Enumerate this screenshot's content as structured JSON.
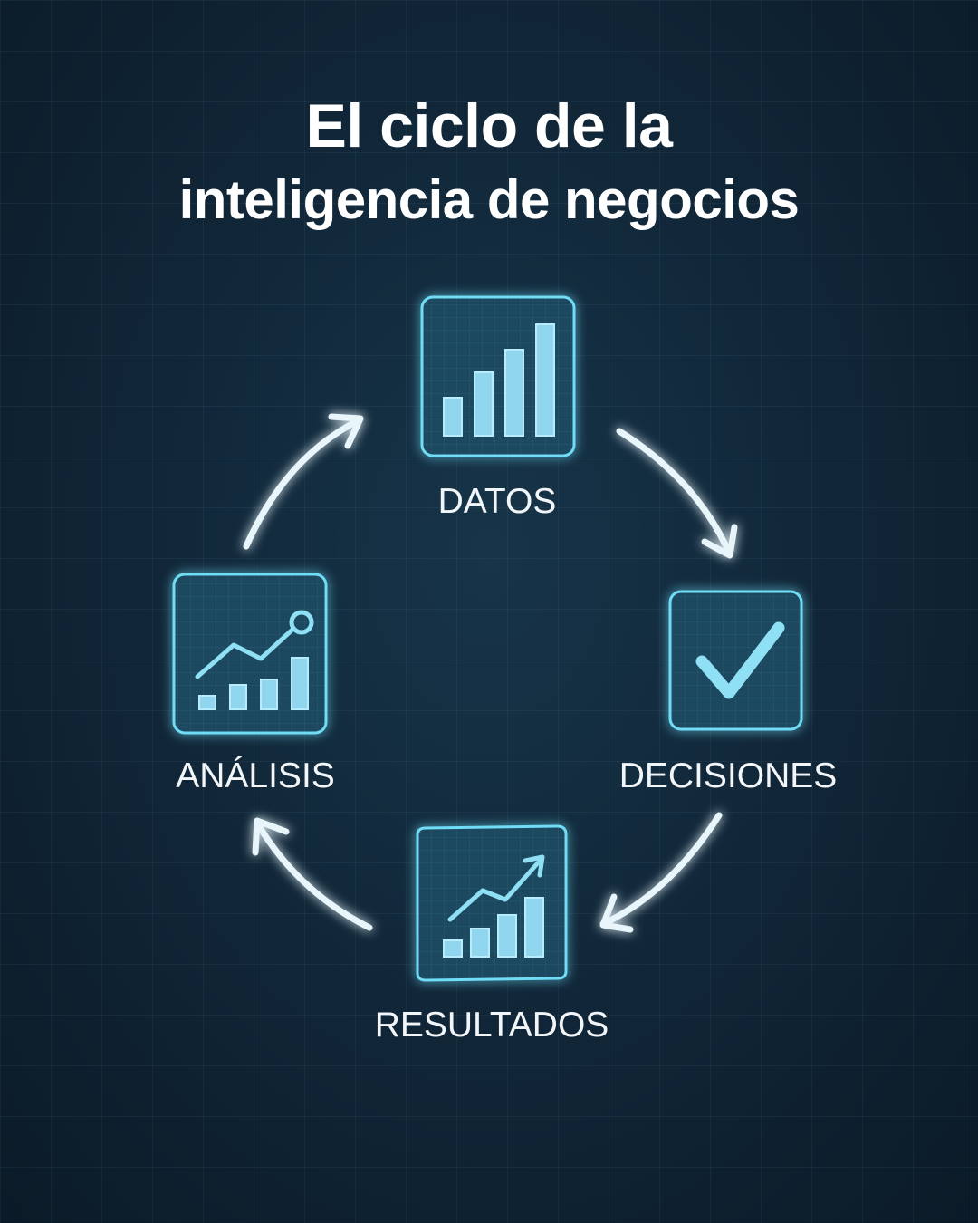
{
  "title": {
    "line1": "El ciclo de la",
    "line2": "inteligencia de negocios"
  },
  "steps": [
    {
      "id": "datos",
      "label": "DATOS",
      "icon": "bar-chart-icon"
    },
    {
      "id": "decisiones",
      "label": "DECISIONES",
      "icon": "checkmark-icon"
    },
    {
      "id": "resultados",
      "label": "RESULTADOS",
      "icon": "growth-chart-icon"
    },
    {
      "id": "analisis",
      "label": "ANÁLISIS",
      "icon": "trend-analysis-icon"
    }
  ],
  "colors": {
    "accent": "#5fd3f0",
    "fill": "#8fd6ee",
    "background": "#102536"
  }
}
